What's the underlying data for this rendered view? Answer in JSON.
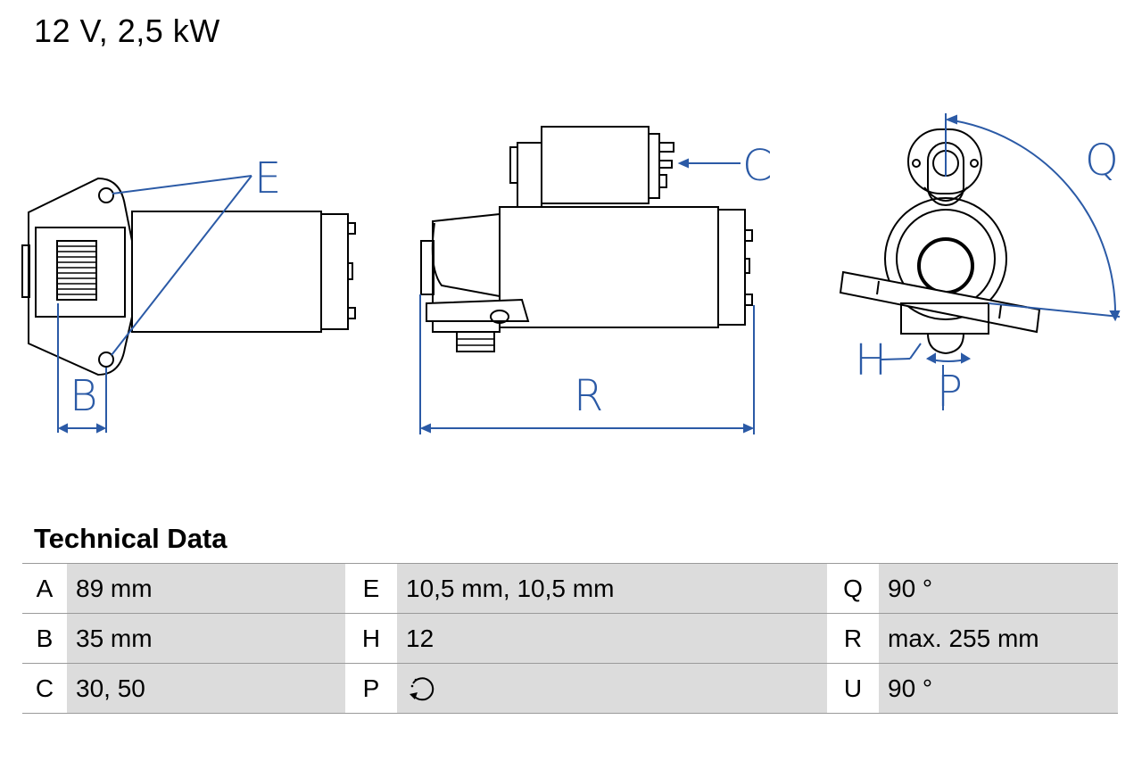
{
  "header": {
    "title": "12 V, 2,5 kW"
  },
  "diagram": {
    "labels": {
      "E": "E",
      "B": "B",
      "C": "C",
      "R": "R",
      "Q": "Q",
      "H": "H",
      "P": "P"
    },
    "accent_color": "#2b5aa6",
    "line_color": "#000000"
  },
  "technical_data": {
    "title": "Technical Data",
    "rows": [
      [
        {
          "key": "A",
          "value": "89 mm"
        },
        {
          "key": "E",
          "value": "10,5 mm, 10,5 mm"
        },
        {
          "key": "Q",
          "value": "90 °"
        }
      ],
      [
        {
          "key": "B",
          "value": "35 mm"
        },
        {
          "key": "H",
          "value": "12"
        },
        {
          "key": "R",
          "value": "max. 255 mm"
        }
      ],
      [
        {
          "key": "C",
          "value": "30, 50"
        },
        {
          "key": "P",
          "value": "",
          "icon": "rotation-counterclockwise-icon"
        },
        {
          "key": "U",
          "value": "90 °"
        }
      ]
    ]
  }
}
